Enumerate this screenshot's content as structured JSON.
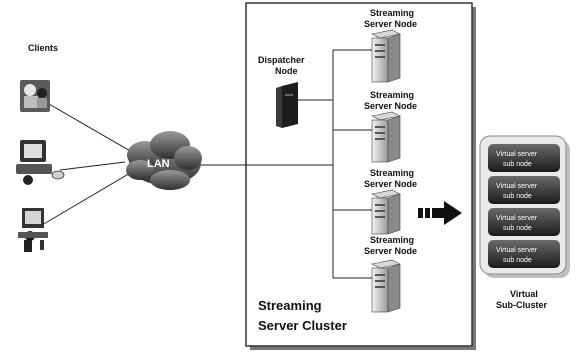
{
  "clients_label": "Clients",
  "lan_label": "LAN",
  "dispatcher_label": [
    "Dispatcher",
    "Node"
  ],
  "streaming_nodes": [
    {
      "line1": "Streaming",
      "line2": "Server Node"
    },
    {
      "line1": "Streaming",
      "line2": "Server Node"
    },
    {
      "line1": "Streaming",
      "line2": "Server Node"
    },
    {
      "line1": "Streaming",
      "line2": "Server Node"
    }
  ],
  "cluster_title": [
    "Streaming",
    "Server Cluster"
  ],
  "virtual_subnodes": [
    {
      "line1": "Virtual server",
      "line2": "sub node"
    },
    {
      "line1": "Virtual server",
      "line2": "sub node"
    },
    {
      "line1": "Virtual server",
      "line2": "sub node"
    },
    {
      "line1": "Virtual server",
      "line2": "sub node"
    }
  ],
  "virtual_cluster_label": [
    "Virtual",
    "Sub-Cluster"
  ]
}
